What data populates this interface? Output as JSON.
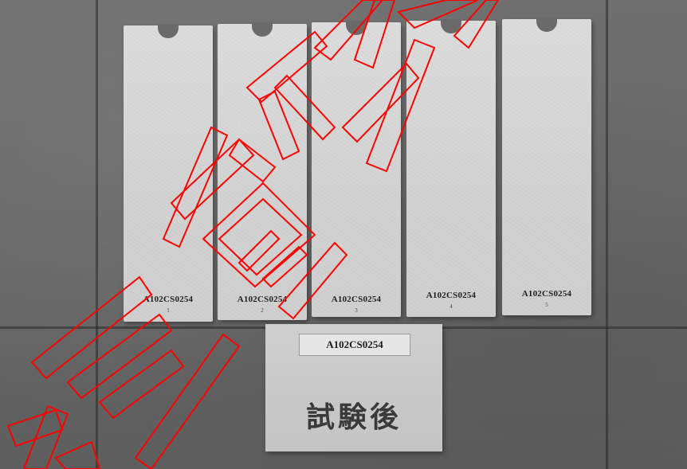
{
  "panels": [
    {
      "label": "A102CS0254",
      "number": "1"
    },
    {
      "label": "A102CS0254",
      "number": "2"
    },
    {
      "label": "A102CS0254",
      "number": "3"
    },
    {
      "label": "A102CS0254",
      "number": "4"
    },
    {
      "label": "A102CS0254",
      "number": "5"
    }
  ],
  "sign": {
    "label": "A102CS0254",
    "text": "試験後"
  },
  "colors": {
    "background": "#6e6e6e",
    "panel": "#d6d6d6",
    "watermark_stroke": "#ff0000"
  }
}
